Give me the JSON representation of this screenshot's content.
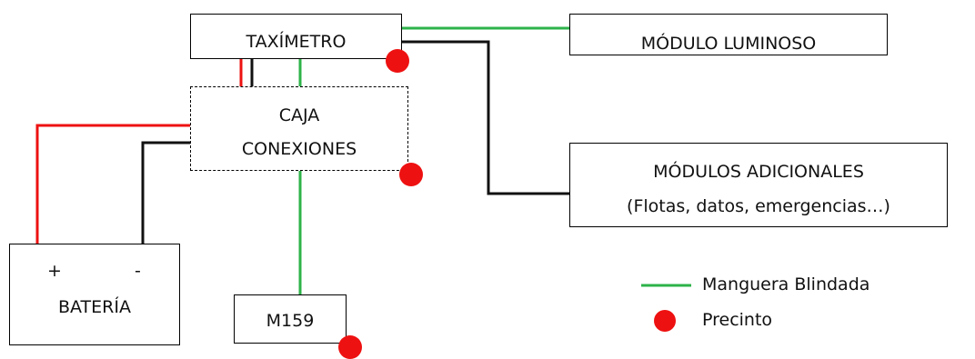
{
  "nodes": {
    "taximetro": {
      "label": "TAXÍMETRO"
    },
    "modulo_luminoso": {
      "label": "MÓDULO LUMINOSO"
    },
    "caja_conexiones": {
      "line1": "CAJA",
      "line2": "CONEXIONES"
    },
    "modulos_adicionales": {
      "line1": "MÓDULOS ADICIONALES",
      "line2": "(Flotas, datos, emergencias…)"
    },
    "bateria": {
      "label": "BATERÍA",
      "plus": "+",
      "minus": "-"
    },
    "m159": {
      "label": "M159"
    }
  },
  "legend": {
    "items": [
      {
        "label": "Manguera Blindada",
        "symbol": "green-line"
      },
      {
        "label": "Precinto",
        "symbol": "red-dot"
      }
    ]
  },
  "colors": {
    "shielded_hose": "#2db34a",
    "seal": "#ee1111",
    "positive_wire": "#ee1111",
    "negative_wire": "#111111"
  }
}
